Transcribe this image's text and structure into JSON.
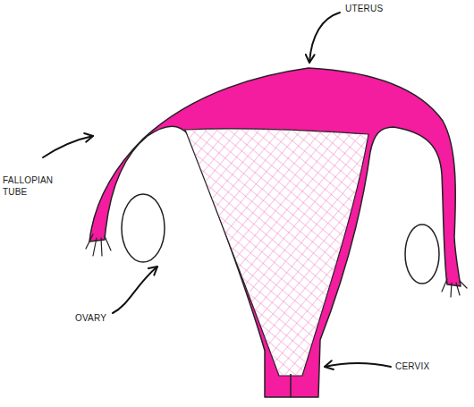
{
  "diagram": {
    "labels": [
      "UTERUS",
      "FALLOPIAN TUBE",
      "OVARY",
      "CERVIX"
    ]
  }
}
